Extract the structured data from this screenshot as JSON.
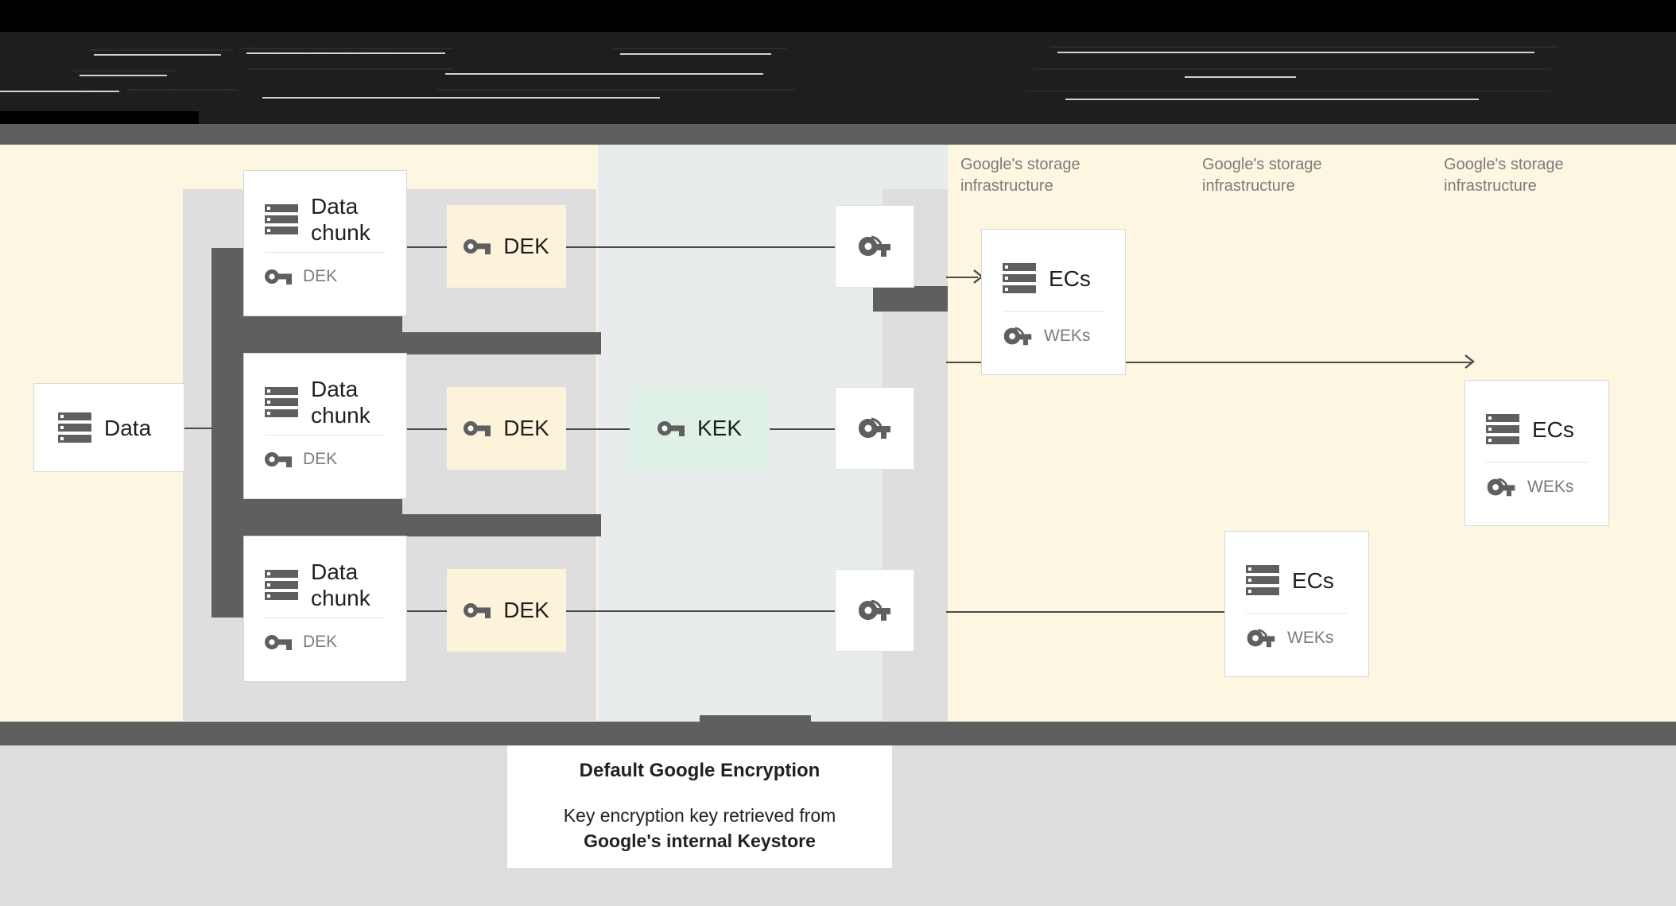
{
  "header": {
    "redacted_note": "obscured dark text band at top of page",
    "lines": [
      "Data       Google's cloud     Encryption keys are managed",
      "stored     infrastructure     by Google's internal key",
      "in GCP     automatically      management service"
    ]
  },
  "diagram": {
    "source_card": {
      "title": "Data",
      "icon": "storage-icon"
    },
    "chunks": [
      {
        "title": "Data chunk",
        "key_label": "DEK",
        "icon": "storage-icon",
        "key_icon": "key-icon"
      },
      {
        "title": "Data chunk",
        "key_label": "DEK",
        "icon": "storage-icon",
        "key_icon": "key-icon"
      },
      {
        "title": "Data chunk",
        "key_label": "DEK",
        "icon": "storage-icon",
        "key_icon": "key-icon"
      }
    ],
    "dek_chips": [
      {
        "label": "DEK",
        "icon": "key-icon"
      },
      {
        "label": "DEK",
        "icon": "key-icon"
      },
      {
        "label": "DEK",
        "icon": "key-icon"
      }
    ],
    "kek_chip": {
      "label": "KEK",
      "icon": "key-icon"
    },
    "wek_nodes": [
      {
        "icon": "wrapped-key-icon"
      },
      {
        "icon": "wrapped-key-icon"
      },
      {
        "icon": "wrapped-key-icon"
      }
    ],
    "infra_labels": [
      "Google's storage infrastructure",
      "Google's storage infrastructure",
      "Google's storage infrastructure"
    ],
    "ec_cards": [
      {
        "title": "ECs",
        "key_label": "WEKs",
        "icon": "storage-icon",
        "key_icon": "wrapped-key-icon"
      },
      {
        "title": "ECs",
        "key_label": "WEKs",
        "icon": "storage-icon",
        "key_icon": "wrapped-key-icon"
      },
      {
        "title": "ECs",
        "key_label": "WEKs",
        "icon": "storage-icon",
        "key_icon": "wrapped-key-icon"
      }
    ]
  },
  "caption": {
    "title": "Default Google Encryption",
    "line1": "Key encryption key retrieved from",
    "line2": "Google's internal Keystore"
  },
  "colors": {
    "cream": "#fdf6e1",
    "grey_column": "#e8ecec",
    "light_grey": "#dedede",
    "dek_chip": "#fcf3da",
    "kek_chip": "#dff0e6",
    "dark_band": "#5f5f5f",
    "icon_grey": "#5f5f5f",
    "text_grey": "#7b7b7b",
    "page_bottom": "#dddddd"
  }
}
